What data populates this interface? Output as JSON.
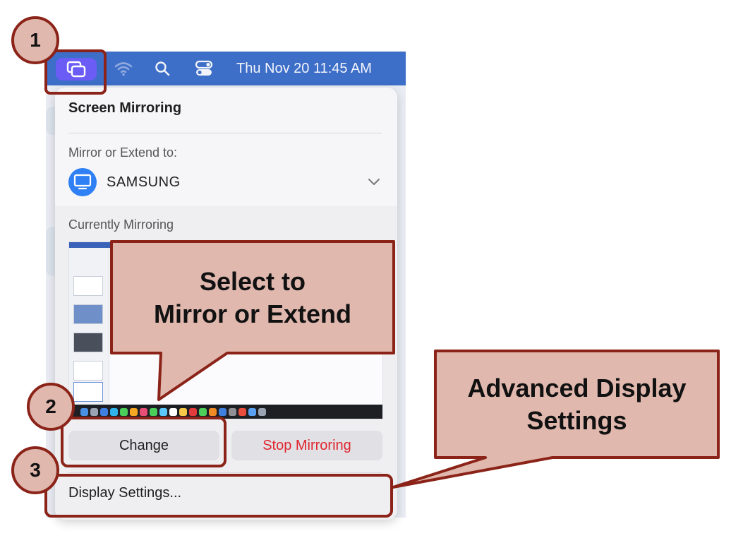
{
  "menubar": {
    "clock": "Thu Nov 20  11:45 AM",
    "icons": [
      "screen-mirroring-icon",
      "wifi-icon",
      "search-icon",
      "control-center-icon"
    ]
  },
  "panel": {
    "title": "Screen Mirroring",
    "mirror_label": "Mirror or Extend to:",
    "device_name": "SAMSUNG",
    "currently_label": "Currently Mirroring",
    "change_label": "Change",
    "stop_label": "Stop Mirroring",
    "settings_label": "Display Settings..."
  },
  "annotations": {
    "step1": "1",
    "step2": "2",
    "step3": "3",
    "callout1_line1": "Select to",
    "callout1_line2": "Mirror or Extend",
    "callout2_line1": "Advanced Display",
    "callout2_line2": "Settings"
  },
  "colors": {
    "menubar": "#3d6ec8",
    "accent": "#6a5cf5",
    "device_icon": "#2f80f5",
    "stop_text": "#e0262f",
    "annotation_border": "#8b2318",
    "annotation_fill": "#e0b8ae"
  }
}
